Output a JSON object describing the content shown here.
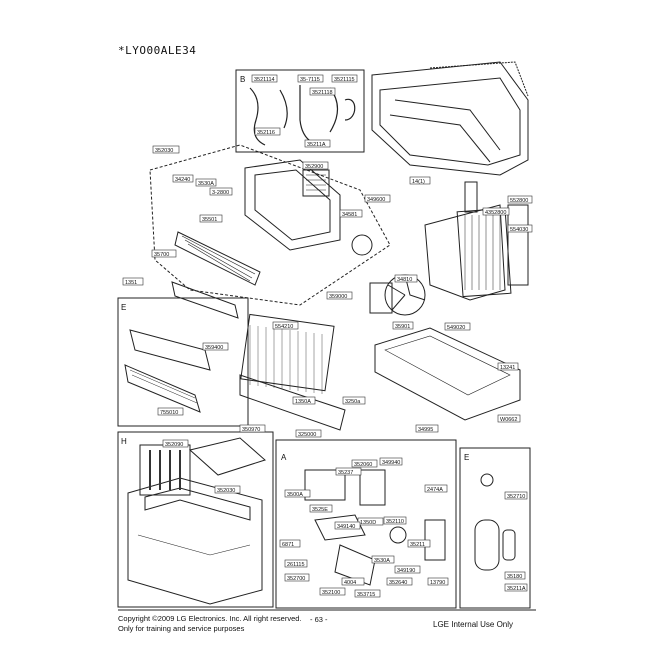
{
  "header": {
    "model": "*LYO00ALE34"
  },
  "callouts": [
    {
      "id": "c1",
      "text": "3521114"
    },
    {
      "id": "c2",
      "text": "35-7115"
    },
    {
      "id": "c3",
      "text": "3521115"
    },
    {
      "id": "c4",
      "text": "3521118"
    },
    {
      "id": "c5",
      "text": "352116"
    },
    {
      "id": "c6",
      "text": "35211A"
    },
    {
      "id": "c7",
      "text": "352030"
    },
    {
      "id": "c8",
      "text": "34240"
    },
    {
      "id": "c9",
      "text": "3530A"
    },
    {
      "id": "c10",
      "text": "3-2800"
    },
    {
      "id": "c11",
      "text": "35501"
    },
    {
      "id": "c12",
      "text": "352900"
    },
    {
      "id": "c13",
      "text": "35700"
    },
    {
      "id": "c14",
      "text": "1351"
    },
    {
      "id": "c15",
      "text": "34581"
    },
    {
      "id": "c16",
      "text": "349600"
    },
    {
      "id": "c17",
      "text": "14(1)"
    },
    {
      "id": "c18",
      "text": "4352800"
    },
    {
      "id": "c19",
      "text": "552800"
    },
    {
      "id": "c20",
      "text": "554030"
    },
    {
      "id": "c21",
      "text": "34810"
    },
    {
      "id": "c22",
      "text": "359000"
    },
    {
      "id": "c23",
      "text": "35901"
    },
    {
      "id": "c24",
      "text": "549020"
    },
    {
      "id": "c25",
      "text": "554210"
    },
    {
      "id": "c26",
      "text": "359400"
    },
    {
      "id": "c27",
      "text": "755010"
    },
    {
      "id": "c28",
      "text": "1350A"
    },
    {
      "id": "c29",
      "text": "13241"
    },
    {
      "id": "c30",
      "text": "325000"
    },
    {
      "id": "c31",
      "text": "3250a"
    },
    {
      "id": "c32",
      "text": "W0662"
    },
    {
      "id": "c33",
      "text": "350970"
    },
    {
      "id": "c34",
      "text": "34995"
    },
    {
      "id": "c35",
      "text": "352090"
    },
    {
      "id": "c36",
      "text": "352030"
    },
    {
      "id": "c37",
      "text": "352060"
    },
    {
      "id": "c38",
      "text": "35237"
    },
    {
      "id": "c39",
      "text": "349940"
    },
    {
      "id": "c40",
      "text": "1350D"
    },
    {
      "id": "c41",
      "text": "2474A"
    },
    {
      "id": "c42",
      "text": "352710"
    },
    {
      "id": "c43",
      "text": "3500A"
    },
    {
      "id": "c44",
      "text": "3525E"
    },
    {
      "id": "c45",
      "text": "352110"
    },
    {
      "id": "c46",
      "text": "349140"
    },
    {
      "id": "c47",
      "text": "35211"
    },
    {
      "id": "c48",
      "text": "6871"
    },
    {
      "id": "c49",
      "text": "349190"
    },
    {
      "id": "c50",
      "text": "3530A"
    },
    {
      "id": "c51",
      "text": "13790"
    },
    {
      "id": "c52",
      "text": "35180"
    },
    {
      "id": "c53",
      "text": "35211A"
    },
    {
      "id": "c54",
      "text": "261115"
    },
    {
      "id": "c55",
      "text": "352700"
    },
    {
      "id": "c56",
      "text": "352100"
    },
    {
      "id": "c57",
      "text": "353715"
    },
    {
      "id": "c58",
      "text": "4004"
    },
    {
      "id": "c59",
      "text": "352640"
    }
  ],
  "section_letters": {
    "top_box": "B",
    "left_box": "E",
    "bottom_left": "H",
    "bottom_mid": "A",
    "bottom_right": "E"
  },
  "footer": {
    "copyright": "Copyright ©2009 LG Electronics. Inc. All right reserved.",
    "training": "Only for training and service purposes",
    "page": "- 63 -",
    "internal": "LGE Internal Use Only"
  }
}
